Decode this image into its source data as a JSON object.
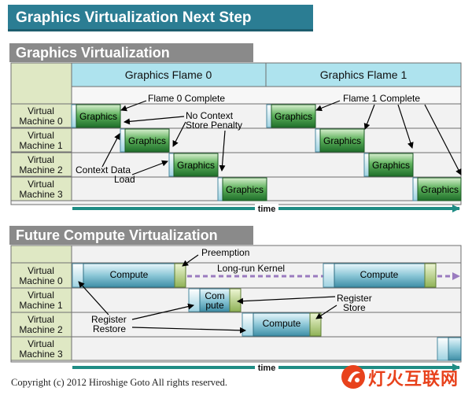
{
  "title": "Graphics Virtualization Next Step",
  "section1": {
    "title": "Graphics Virtualization",
    "flame0": "Graphics Flame 0",
    "flame1": "Graphics Flame 1",
    "vms": [
      [
        "Virtual",
        "Machine 0"
      ],
      [
        "Virtual",
        "Machine 1"
      ],
      [
        "Virtual",
        "Machine 2"
      ],
      [
        "Virtual",
        "Machine 3"
      ]
    ],
    "block_label": "Graphics",
    "callouts": {
      "flame0_complete": "Flame 0 Complete",
      "flame1_complete": "Flame 1 Complete",
      "no_context_1": "No Context",
      "no_context_2": "Store Penalty",
      "ctx_load_1": "Context Data",
      "ctx_load_2": "Load"
    },
    "time": "time"
  },
  "section2": {
    "title": "Future Compute Virtualization",
    "vms": [
      [
        "Virtual",
        "Machine 0"
      ],
      [
        "Virtual",
        "Machine 1"
      ],
      [
        "Virtual",
        "Machine 2"
      ],
      [
        "Virtual",
        "Machine 3"
      ]
    ],
    "compute": "Compute",
    "compute_split_1": "Com",
    "compute_split_2": "pute",
    "callouts": {
      "preemption": "Preemption",
      "long_run": "Long-run Kernel",
      "reg_store_1": "Register",
      "reg_store_2": "Store",
      "reg_restore_1": "Register",
      "reg_restore_2": "Restore"
    },
    "time": "time"
  },
  "copyright": "Copyright (c) 2012 Hiroshige Goto All rights reserved.",
  "brand": "灯火互联网",
  "colors": {
    "title_bg": "#2b7d93",
    "section_bg": "#8a8a8a",
    "header_cell": "#aee3ee",
    "vm_label": "#dfe8c4",
    "graphics_block": "#2f8a3c",
    "compute_block": "#7ab8c8",
    "timeline": "#1f8c84",
    "brand": "#e8421c"
  }
}
